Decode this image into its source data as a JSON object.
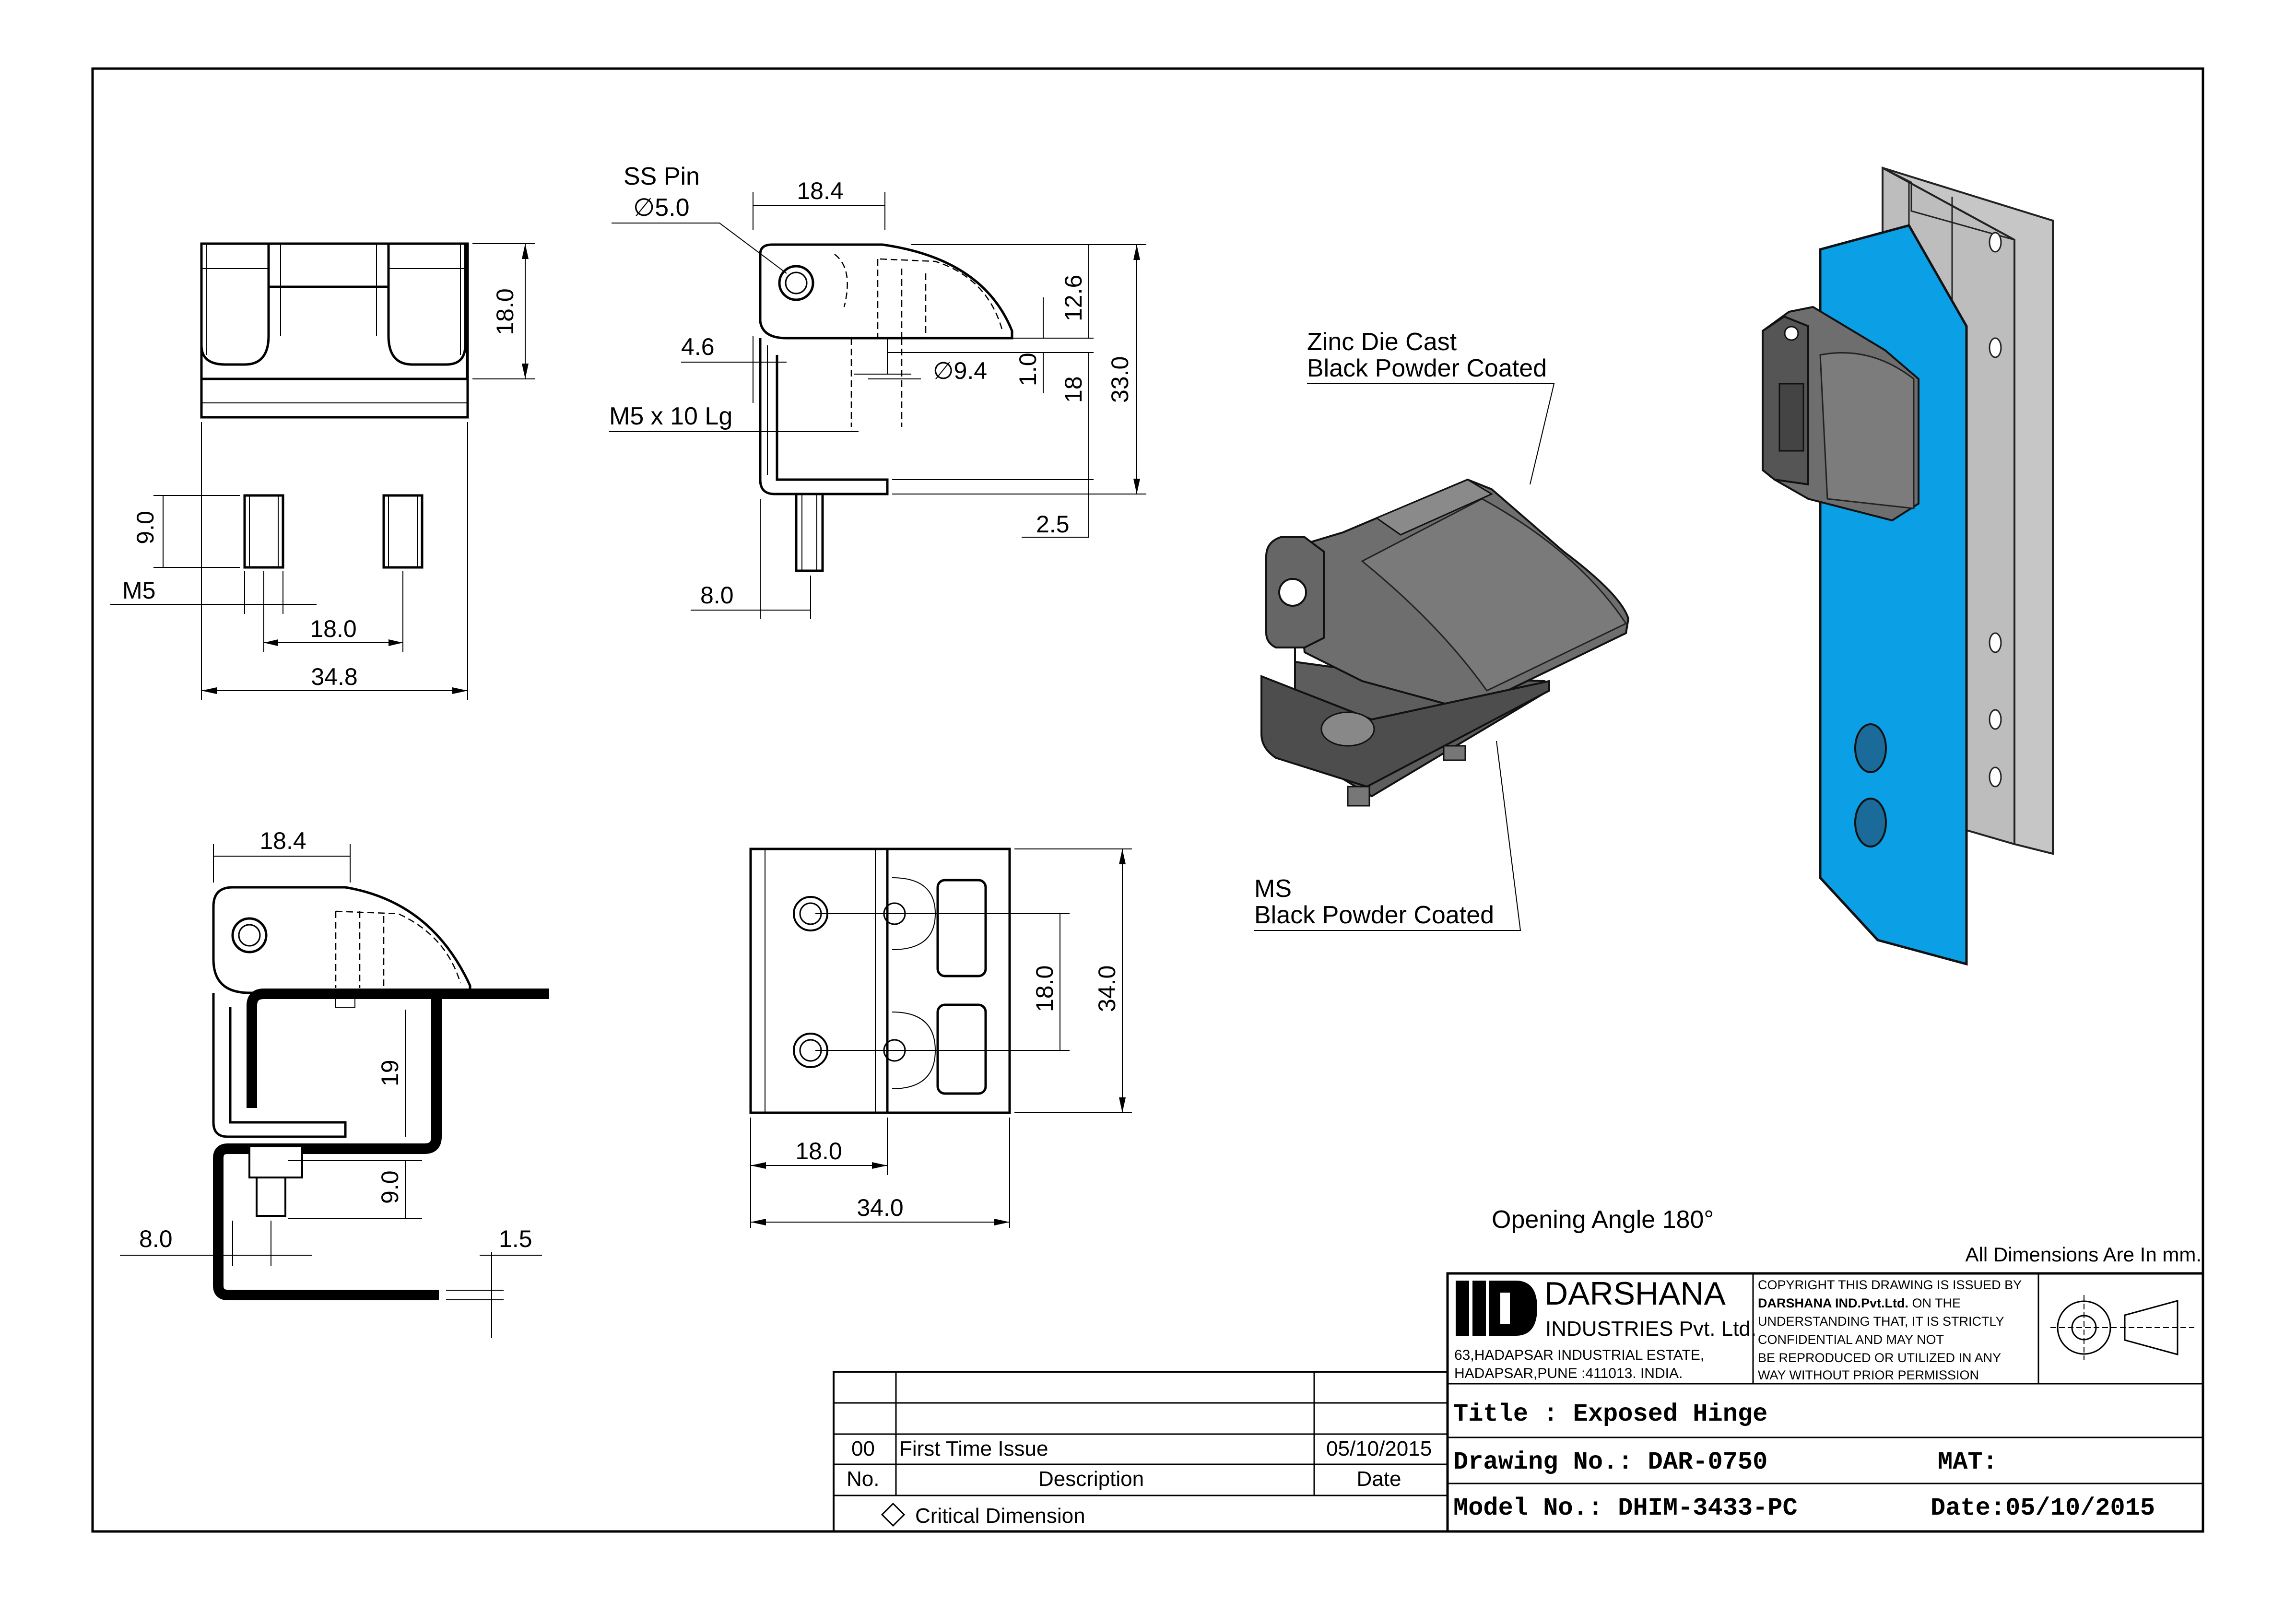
{
  "front_view": {
    "dims": {
      "height": "18.0",
      "stud_length": "9.0",
      "thread": "M5",
      "stud_spacing": "18.0",
      "overall_width": "34.8"
    }
  },
  "side_view": {
    "labels": {
      "pin_name": "SS Pin",
      "pin_dia": "∅5.0",
      "screw": "M5 x 10 Lg"
    },
    "dims": {
      "top_width": "18.4",
      "offset": "4.6",
      "bore": "∅9.4",
      "gap": "1.0",
      "upper": "12.6",
      "lower": "18",
      "overall_height": "33.0",
      "plate": "2.5",
      "stud_offset": "8.0"
    }
  },
  "mount_view": {
    "dims": {
      "top_width": "18.4",
      "inner": "19",
      "stud": "9.0",
      "stud_offset": "8.0",
      "sheet": "1.5"
    }
  },
  "top_view": {
    "dims": {
      "hole_spacing": "18.0",
      "overall_height": "34.0",
      "width": "18.0",
      "overall_width": "34.0"
    }
  },
  "iso_labels": {
    "zinc_line1": "Zinc Die Cast",
    "zinc_line2": "Black Powder Coated",
    "ms_line1": "MS",
    "ms_line2": "Black Powder Coated"
  },
  "opening_angle": "Opening Angle 180°",
  "all_dims": "All Dimensions Are In mm.",
  "company": {
    "name": "DARSHANA",
    "sub": "INDUSTRIES Pvt. Ltd.",
    "address1": "63,HADAPSAR INDUSTRIAL ESTATE,",
    "address2": "HADAPSAR,PUNE :411013. INDIA."
  },
  "copyright": {
    "line1": "COPYRIGHT THIS DRAWING IS ISSUED BY",
    "line2_bold": "DARSHANA IND.Pvt.Ltd.",
    "line2_rest": " ON THE",
    "line3": "UNDERSTANDING THAT, IT IS STRICTLY",
    "line4": "CONFIDENTIAL AND MAY NOT",
    "line5": "BE REPRODUCED OR UTILIZED IN ANY",
    "line6": "WAY WITHOUT PRIOR PERMISSION"
  },
  "title_block": {
    "title": "Title : Exposed Hinge",
    "drawing_no": "Drawing No.: DAR-0750",
    "mat": "MAT:",
    "model_no": "Model No.: DHIM-3433-PC",
    "date": "Date:05/10/2015"
  },
  "revision": {
    "rows": [
      {
        "no": "00",
        "description": "First Time Issue",
        "date": "05/10/2015"
      }
    ],
    "headers": {
      "no": "No.",
      "description": "Description",
      "date": "Date"
    },
    "critical": "Critical Dimension"
  },
  "colors": {
    "blue_panel": "#0b9fe6",
    "grey_post": "#c8c8c8",
    "hinge_dark": "#6b6b6b"
  }
}
